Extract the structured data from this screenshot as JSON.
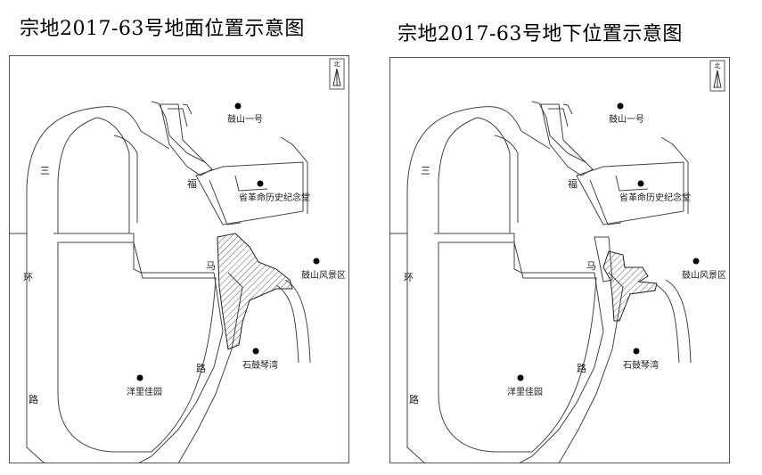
{
  "maps": [
    {
      "title": "宗地2017-63号地面位置示意图",
      "north": "北",
      "road_chars": [
        "三",
        "环",
        "路",
        "福",
        "马",
        "路"
      ],
      "pois": [
        "鼓山一号",
        "省革命历史纪念堂",
        "鼓山风景区",
        "石鼓琴湾",
        "洋里佳园"
      ]
    },
    {
      "title": "宗地2017-63号地下位置示意图",
      "north": "北",
      "road_chars": [
        "三",
        "环",
        "路",
        "福",
        "马",
        "路"
      ],
      "pois": [
        "鼓山一号",
        "省革命历史纪念堂",
        "鼓山风景区",
        "石鼓琴湾",
        "洋里佳园"
      ]
    }
  ]
}
